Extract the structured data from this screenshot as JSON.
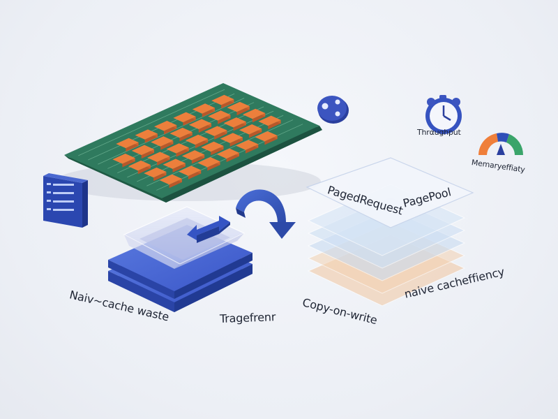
{
  "labels": {
    "naive_cache_waste": "Naiv~cache waste",
    "tragefrenr": "Tragefrenr",
    "copy_on_write": "Copy-on-write",
    "naive_cache_efficiency": "naive cacheffiency",
    "paged_request": "PagedRequest",
    "page_pool": "PagePool",
    "throughput": "Thrαughput",
    "memory_efficiency": "Memaryeffiaty"
  },
  "colors": {
    "board_green": "#2f7a5e",
    "chip_orange": "#ec7f3c",
    "accent_blue": "#3c5fc4",
    "slab_blue": "#3b5bcc",
    "layer_orange": "#f2c7a0",
    "layer_blue": "#c9dcf2",
    "gauge_green": "#3aa46a",
    "gauge_orange": "#ef7f3a"
  },
  "icons": [
    "circuit-board",
    "server-rack-icon",
    "toggle-knob-icon",
    "curved-arrow-icon",
    "double-arrow-icon",
    "stopwatch-icon",
    "gauge-icon"
  ]
}
